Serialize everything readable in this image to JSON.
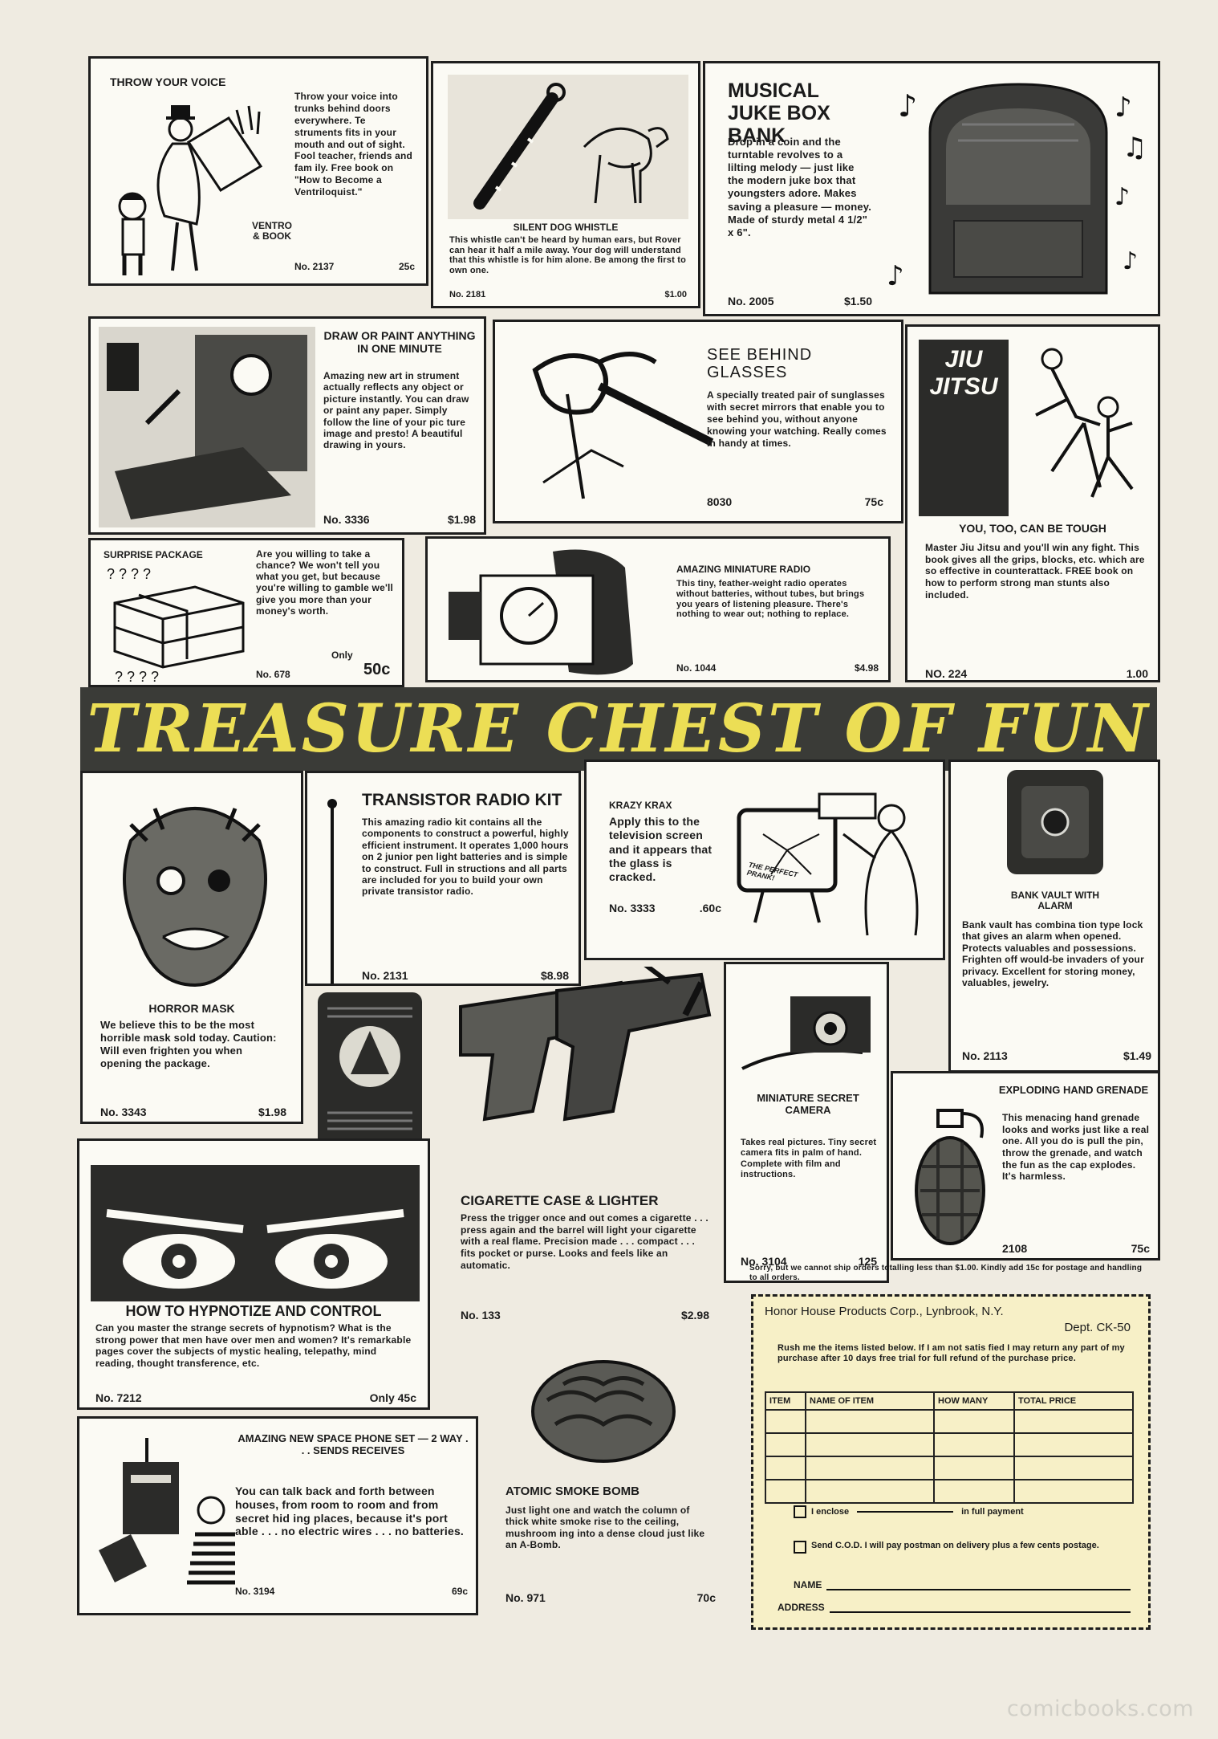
{
  "banner": {
    "title": "TREASURE CHEST OF FUN"
  },
  "watermark": "comicbooks.com",
  "items": {
    "vent": {
      "title": "THROW YOUR VOICE",
      "body": "Throw your voice into trunks behind doors everywhere. Te struments fits in your mouth and out of sight. Fool teacher, friends and fam ily. Free book on \"How to Become a Ventriloquist.\"",
      "label": "Ventro & Book",
      "number": "No. 2137",
      "price": "25c"
    },
    "whistle": {
      "title": "SILENT DOG WHISTLE",
      "body": "This whistle can't be heard by human ears, but Rover can hear it half a mile away. Your dog will understand that this whistle is for him alone. Be among the first to own one.",
      "number": "No. 2181",
      "price": "$1.00"
    },
    "juke": {
      "title": "MUSICAL JUKE BOX BANK",
      "body": "Drop in a coin and the turntable revolves to a lilting melody — just like the modern juke box that youngsters adore. Makes saving a pleasure — money. Made of sturdy metal 4 1/2\" x 6\".",
      "number": "No. 2005",
      "price": "$1.50"
    },
    "draw": {
      "title": "DRAW OR PAINT ANYTHING IN ONE MINUTE",
      "body": "Amazing new art in strument actually reflects any object or picture instantly. You can draw or paint any paper. Simply follow the line of your pic ture image and presto! A beautiful drawing in yours.",
      "number": "No. 3336",
      "price": "$1.98"
    },
    "glasses": {
      "title": "SEE BEHIND GLASSES",
      "body": "A specially treated pair of sunglasses with secret mirrors that enable you to see behind you, without anyone knowing your watching. Really comes in handy at times.",
      "number": "8030",
      "price": "75c"
    },
    "jiujitsu": {
      "title": "YOU, TOO, CAN BE TOUGH",
      "cover": "JIU JITSU",
      "body": "Master Jiu Jitsu and you'll win any fight. This book gives all the grips, blocks, etc. which are so effective in counterattack. FREE book on how to perform strong man stunts also included.",
      "number": "NO. 224",
      "price": "1.00"
    },
    "surprise": {
      "title": "SURPRISE PACKAGE",
      "body": "Are you willing to take a chance? We won't tell you what you get, but because you're willing to gamble we'll give you more than your money's worth.",
      "number": "No. 678",
      "price_prefix": "Only",
      "price": "50c"
    },
    "radio": {
      "title": "AMAZING MINIATURE RADIO",
      "body": "This tiny, feather-weight radio operates without batteries, without tubes, but brings you years of listening pleasure. There's nothing to wear out; nothing to replace.",
      "number": "No. 1044",
      "price": "$4.98"
    },
    "mask": {
      "title": "HORROR MASK",
      "body": "We believe this to be the most horrible mask sold today. Caution: Will even frighten you when opening the package.",
      "number": "No. 3343",
      "price": "$1.98"
    },
    "kit": {
      "title": "TRANSISTOR RADIO KIT",
      "body": "This amazing radio kit contains all the components to construct a powerful, highly efficient instrument. It operates 1,000 hours on 2 junior pen light batteries and is simple to construct. Full in structions and all parts are included for you to build your own private transistor radio.",
      "number": "No. 2131",
      "price": "$8.98"
    },
    "krazy": {
      "title": "KRAZY KRAX",
      "body": "Apply this to the television screen and it appears that the glass is cracked.",
      "tag": "THE PERFECT PRANK!",
      "number": "No. 3333",
      "price": ".60c"
    },
    "bank": {
      "title": "BANK VAULT WITH ALARM",
      "body": "Bank vault has combina tion type lock that gives an alarm when opened. Protects valuables and possessions. Frighten off would-be invaders of your privacy. Excellent for storing money, valuables, jewelry.",
      "number": "No. 2113",
      "price": "$1.49"
    },
    "cigar": {
      "title": "CIGARETTE CASE & LIGHTER",
      "body": "Press the trigger once and out comes a cigarette . . . press again and the barrel will light your cigarette with a real flame. Precision made . . . compact . . . fits pocket or purse. Looks and feels like an automatic.",
      "number": "No. 133",
      "price": "$2.98"
    },
    "camera": {
      "title": "MINIATURE SECRET CAMERA",
      "body": "Takes real pictures. Tiny secret camera fits in palm of hand. Complete with film and instructions.",
      "number": "No. 3104",
      "price": "125"
    },
    "grenade": {
      "title": "EXPLODING HAND GRENADE",
      "body": "This menacing hand grenade looks and works just like a real one. All you do is pull the pin, throw the grenade, and watch the fun as the cap explodes. It's harmless.",
      "number": "2108",
      "price": "75c"
    },
    "hypno": {
      "title": "HOW TO HYPNOTIZE AND CONTROL",
      "body": "Can you master the strange secrets of hypnotism? What is the strong power that men have over men and women? It's remarkable pages cover the subjects of mystic healing, telepathy, mind reading, thought transference, etc.",
      "number": "No. 7212",
      "price": "Only 45c"
    },
    "phone": {
      "title": "AMAZING NEW SPACE PHONE SET — 2 WAY . . . SENDS RECEIVES",
      "body": "You can talk back and forth between houses, from room to room and from secret hid ing places, because it's port able . . . no electric wires . . . no batteries.",
      "number": "No. 3194",
      "price": "69c"
    },
    "smoke": {
      "title": "ATOMIC SMOKE BOMB",
      "body": "Just light one and watch the column of thick white smoke rise to the ceiling, mushroom ing into a dense cloud just like an A-Bomb.",
      "number": "No. 971",
      "price": "70c"
    }
  },
  "notice": "Sorry, but we cannot ship orders totalling less than $1.00. Kindly add 15c for postage and handling to all orders.",
  "coupon": {
    "company": "Honor House Products Corp., Lynbrook, N.Y.",
    "dept": "Dept. CK-50",
    "terms": "Rush me the items listed below. If I am not satis fied I may return any part of my purchase after 10 days free trial for full refund of the purchase price.",
    "columns": [
      "ITEM",
      "NAME OF ITEM",
      "HOW MANY",
      "TOTAL PRICE"
    ],
    "option1_label": "I enclose",
    "option1_suffix": "in full payment",
    "option2_label": "Send C.O.D. I will pay postman on delivery plus a few cents postage.",
    "name_label": "NAME",
    "address_label": "ADDRESS"
  }
}
